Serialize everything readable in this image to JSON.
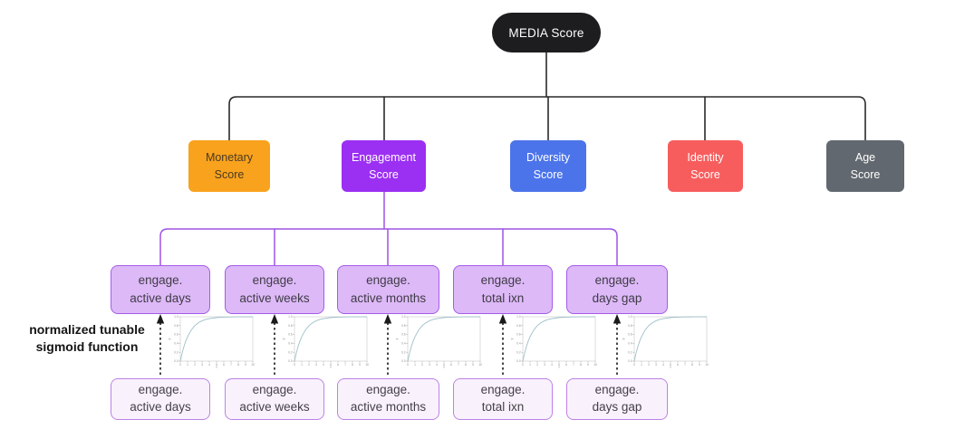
{
  "diagram": {
    "root": {
      "label": "MEDIA Score"
    },
    "scores": [
      {
        "id": "monetary",
        "line1": "Monetary",
        "line2": "Score"
      },
      {
        "id": "engagement",
        "line1": "Engagement",
        "line2": "Score"
      },
      {
        "id": "diversity",
        "line1": "Diversity",
        "line2": "Score"
      },
      {
        "id": "identity",
        "line1": "Identity",
        "line2": "Score"
      },
      {
        "id": "age",
        "line1": "Age",
        "line2": "Score"
      }
    ],
    "engagement_children": [
      {
        "line1": "engage.",
        "line2": "active days"
      },
      {
        "line1": "engage.",
        "line2": "active weeks"
      },
      {
        "line1": "engage.",
        "line2": "active months"
      },
      {
        "line1": "engage.",
        "line2": "total ixn"
      },
      {
        "line1": "engage.",
        "line2": "days gap"
      }
    ],
    "raw_inputs": [
      {
        "line1": "engage.",
        "line2": "active days"
      },
      {
        "line1": "engage.",
        "line2": "active weeks"
      },
      {
        "line1": "engage.",
        "line2": "active months"
      },
      {
        "line1": "engage.",
        "line2": "total ixn"
      },
      {
        "line1": "engage.",
        "line2": "days gap"
      }
    ],
    "annotation": {
      "line1": "normalized tunable",
      "line2": "sigmoid function"
    },
    "colors": {
      "root_bg": "#1D1D20",
      "monetary": "#F9A21D",
      "engagement": "#9B2FF2",
      "diversity": "#4C74EA",
      "identity": "#F75D5D",
      "age": "#62686F",
      "child_fill": "#DDB9F8",
      "child_border": "#A55BE8",
      "input_fill": "#F9F2FD",
      "input_border": "#BC82E4",
      "connector_black": "#2A2A2A",
      "connector_purple": "#9D54E4",
      "curve": "#9EBFC9"
    }
  },
  "chart_data": {
    "type": "line",
    "title": "normalized tunable sigmoid function",
    "xlabel": "x",
    "ylabel": "y",
    "xlim": [
      0,
      10
    ],
    "ylim": [
      0,
      1
    ],
    "xticks": [
      0,
      1,
      2,
      3,
      4,
      5,
      6,
      7,
      8,
      9,
      10
    ],
    "yticks": [
      0.0,
      0.2,
      0.4,
      0.6,
      0.8,
      1.0
    ],
    "grid": false,
    "instances": 5,
    "curve": [
      [
        0,
        0
      ],
      [
        0.25,
        0.18
      ],
      [
        0.5,
        0.33
      ],
      [
        0.75,
        0.45
      ],
      [
        1,
        0.55
      ],
      [
        1.5,
        0.7
      ],
      [
        2,
        0.8
      ],
      [
        2.5,
        0.865
      ],
      [
        3,
        0.909
      ],
      [
        3.5,
        0.939
      ],
      [
        4,
        0.959
      ],
      [
        5,
        0.982
      ],
      [
        6,
        0.992
      ],
      [
        7,
        0.996
      ],
      [
        8,
        0.998
      ],
      [
        9,
        0.999
      ],
      [
        10,
        1.0
      ]
    ]
  }
}
